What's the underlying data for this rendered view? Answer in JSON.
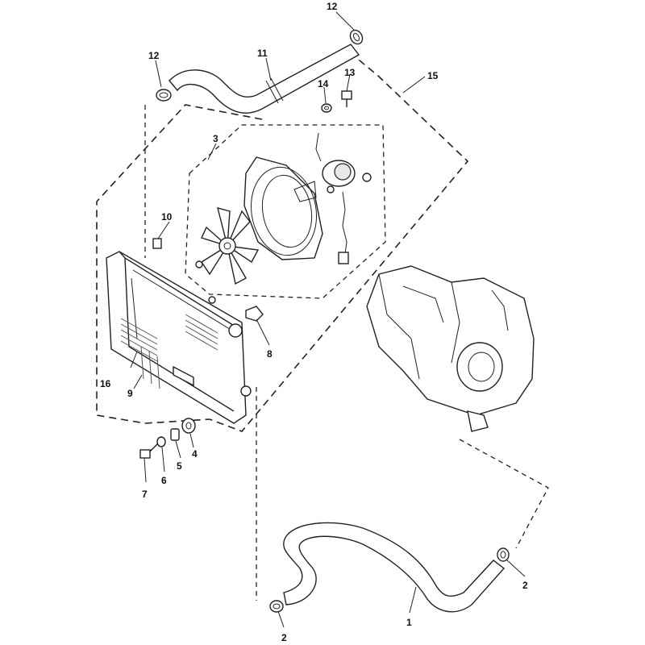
{
  "labels": {
    "p1": "1",
    "p2a": "2",
    "p2b": "2",
    "p3": "3",
    "p4": "4",
    "p5": "5",
    "p6": "6",
    "p7": "7",
    "p8": "8",
    "p9": "9",
    "p10": "10",
    "p11": "11",
    "p12a": "12",
    "p12b": "12",
    "p13": "13",
    "p14": "14",
    "p15": "15",
    "p16": "16"
  },
  "colors": {
    "line": "#222222",
    "background": "#ffffff"
  }
}
